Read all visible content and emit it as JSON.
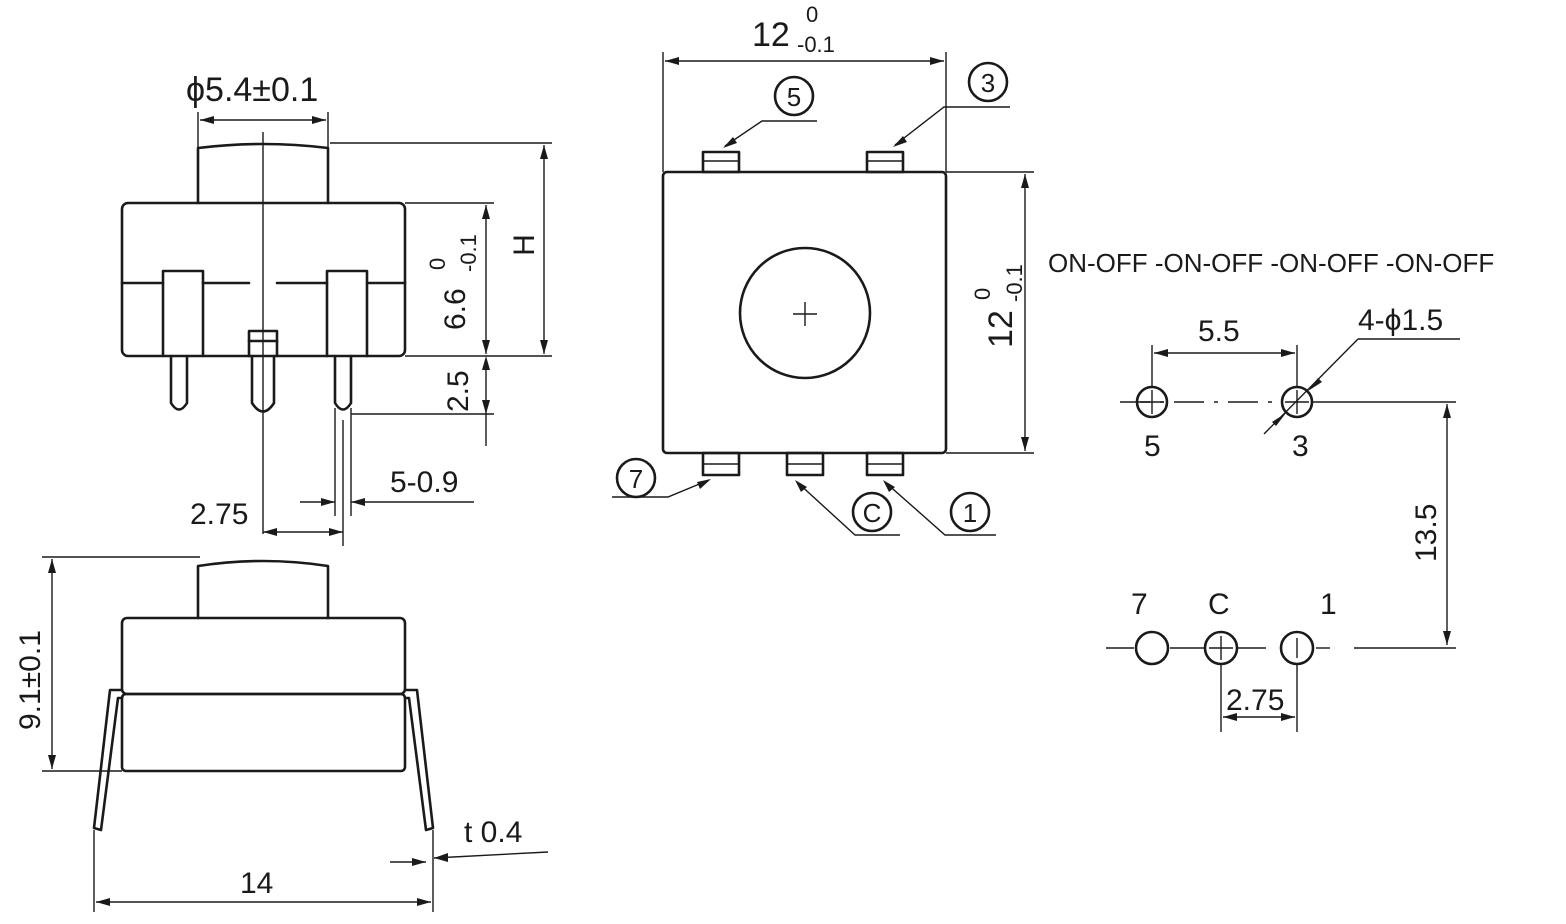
{
  "diagram": {
    "front_view": {
      "cap_diameter": "ϕ5.4±0.1",
      "body_height": "6.6",
      "body_height_tol_upper": "0",
      "body_height_tol_lower": "-0.1",
      "overall_height": "H",
      "pin_length": "2.5",
      "pin_pitch": "2.75",
      "pin_width": "5-0.9"
    },
    "side_view": {
      "height": "9.1±0.1",
      "width": "14",
      "thickness": "t 0.4"
    },
    "top_view": {
      "width": "12",
      "width_tol_upper": "0",
      "width_tol_lower": "-0.1",
      "height": "12",
      "height_tol_upper": "0",
      "height_tol_lower": "-0.1",
      "pin_callouts": [
        "5",
        "3",
        "7",
        "C",
        "1"
      ]
    },
    "function": "ON-OFF -ON-OFF -ON-OFF -ON-OFF",
    "pcb_layout": {
      "hole_pitch_top": "5.5",
      "hole_spec": "4-ϕ1.5",
      "row_spacing": "13.5",
      "hole_pitch_bottom": "2.75",
      "pin_labels_top": [
        "5",
        "3"
      ],
      "pin_labels_bottom": [
        "7",
        "C",
        "1"
      ]
    }
  }
}
